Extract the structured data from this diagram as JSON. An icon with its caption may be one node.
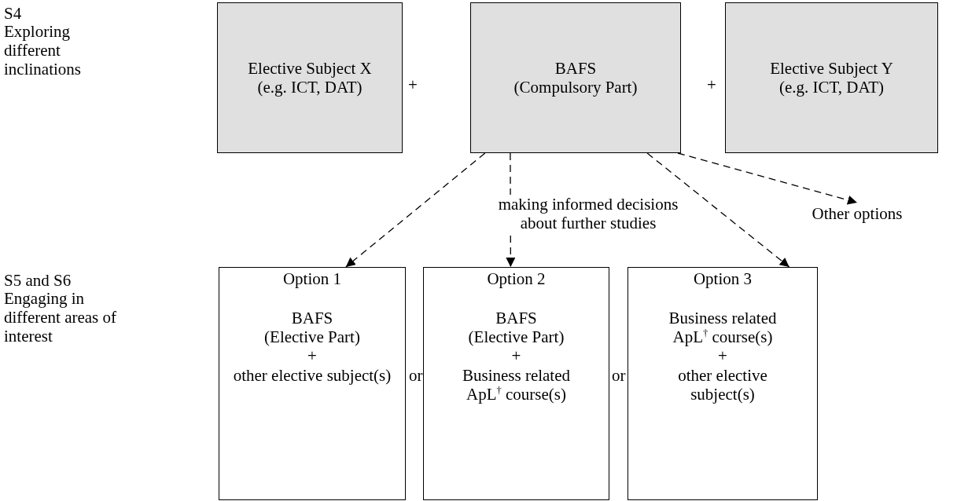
{
  "diagram": {
    "nodes": [
      {
        "text": [
          "Elective Subject X",
          "(e.g. ICT, DAT)"
        ]
      },
      {
        "text": [
          "BAFS",
          "(Compulsory Part)"
        ]
      },
      {
        "text": [
          "Elective Subject Y",
          "(e.g. ICT, DAT)"
        ]
      },
      {
        "text": [
          "Other options"
        ]
      },
      {
        "text": [
          "Option 1",
          "BAFS",
          "(Elective Part)",
          "+",
          "other elective subject(s)"
        ]
      },
      {
        "text": [
          "Option 2",
          "BAFS",
          "(Elective Part)",
          "+",
          "Business related ApL$^{†}$ course(s)"
        ]
      },
      {
        "text": [
          "Option 3",
          "Business related ApL$^{†}$ course(s)",
          "+",
          "other elective subject(s)"
        ]
      }
    ],
    "edges": [
      {
        "from": 1,
        "to": 4,
        "arrow": "to",
        "style": "dashed"
      },
      {
        "from": 1,
        "to": 5,
        "arrow": "to",
        "style": "dashed",
        "label": "making informed decisions about further studies"
      },
      {
        "from": 1,
        "to": 6,
        "arrow": "to",
        "style": "dashed"
      },
      {
        "from": 1,
        "to": 3,
        "arrow": "to",
        "style": "dashed"
      }
    ],
    "labels": [
      "S4",
      "Exploring different inclinations",
      "+",
      "+",
      "S5 and S6",
      "Engaging in different areas of interest",
      "or",
      "or"
    ]
  }
}
